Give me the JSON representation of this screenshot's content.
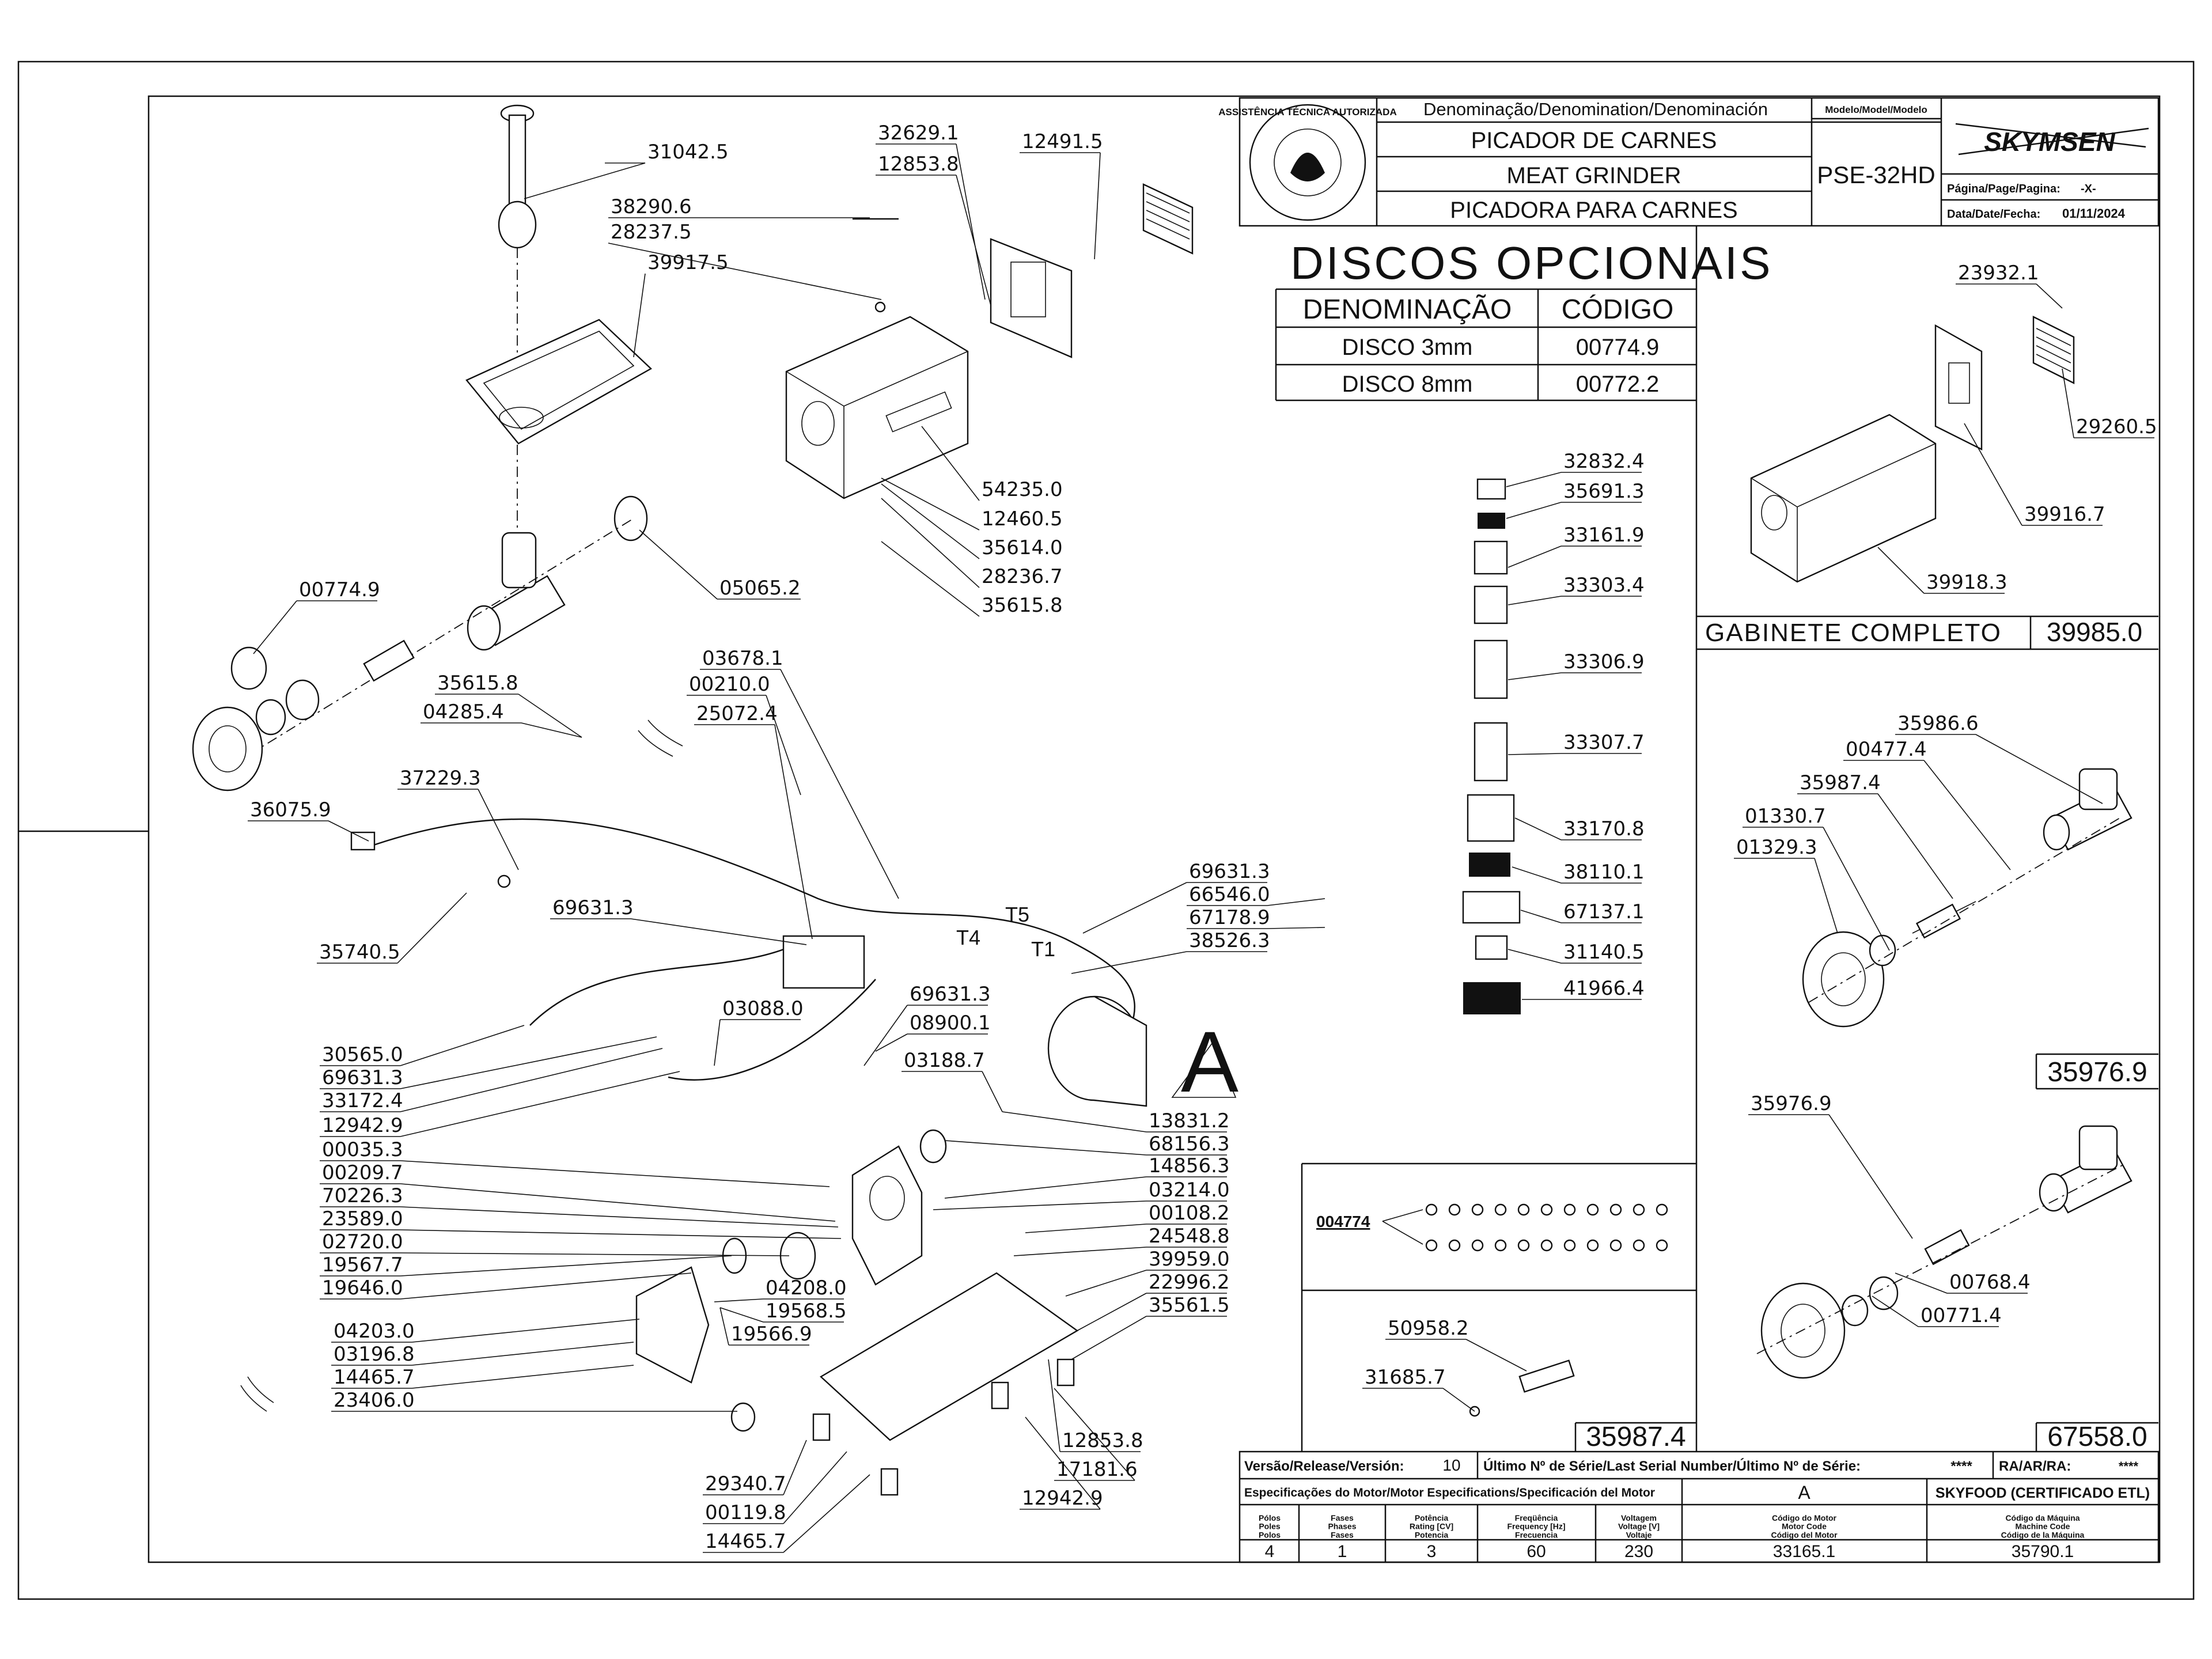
{
  "title_block": {
    "denomination_header": "Denominação/Denomination/Denominación",
    "name_pt": "PICADOR DE CARNES",
    "name_en": "MEAT GRINDER",
    "name_es": "PICADORA  PARA CARNES",
    "model_header": "Modelo/Model/Modelo",
    "model": "PSE-32HD",
    "brand": "SKYMSEN",
    "page_label": "Página/Page/Pagina:",
    "page_value": "-X-",
    "date_label": "Data/Date/Fecha:",
    "date_value": "01/11/2024",
    "seal_text": "ASSISTÊNCIA TÉCNICA AUTORIZADA"
  },
  "optional_discs": {
    "title": "DISCOS OPCIONAIS",
    "headers": [
      "DENOMINAÇÃO",
      "CÓDIGO"
    ],
    "rows": [
      [
        "DISCO 3mm",
        "00774.9"
      ],
      [
        "DISCO 8mm",
        "00772.2"
      ]
    ]
  },
  "cabinet": {
    "label": "GABINETE COMPLETO",
    "code": "39985.0"
  },
  "box_codes": {
    "head_group": "35976.9",
    "head_group2": "67558.0",
    "screw_group": "35987.4"
  },
  "bolts_code": "004774",
  "section_mark": "A",
  "terminal_labels": [
    "T5",
    "T4",
    "T1"
  ],
  "bottom": {
    "release_label": "Versão/Release/Versión:",
    "release_value": "10",
    "serial_label": "Último Nº de Série/Last Serial Number/Último Nº de Série:",
    "serial_value": "****",
    "ra_label": "RA/AR/RA:",
    "ra_value": "****",
    "motor_spec_label": "Especificações do Motor/Motor Especifications/Specificación del Motor",
    "motor_class": "A",
    "certified": "SKYFOOD (CERTIFICADO ETL)",
    "headers": [
      "Pólos\nPoles\nPolos",
      "Fases\nPhases\nFases",
      "Potência\nRating [CV]\nPotencia",
      "Freqüência\nFrequency [Hz]\nFrecuencia",
      "Voltagem\nVoltage [V]\nVoltaje",
      "Código do Motor\nMotor Code\nCódigo del Motor",
      "Código da Máquina\nMachine Code\nCódigo de la Máquina"
    ],
    "values": [
      "4",
      "1",
      "3",
      "60",
      "230",
      "33165.1",
      "35790.1"
    ]
  },
  "labels": [
    "31042.5",
    "38290.6",
    "28237.5",
    "39917.5",
    "32629.1",
    "12853.8",
    "12491.5",
    "54235.0",
    "12460.5",
    "35614.0",
    "28236.7",
    "35615.8",
    "05065.2",
    "00774.9",
    "35615.8",
    "04285.4",
    "03678.1",
    "00210.0",
    "25072.4",
    "37229.3",
    "36075.9",
    "35740.5",
    "69631.3",
    "69631.3",
    "66546.0",
    "67178.9",
    "38526.3",
    "30565.0",
    "69631.3",
    "33172.4",
    "12942.9",
    "03088.0",
    "69631.3",
    "08900.1",
    "03188.7",
    "13831.2",
    "68156.3",
    "14856.3",
    "03214.0",
    "00108.2",
    "24548.8",
    "39959.0",
    "22996.2",
    "35561.5",
    "00035.3",
    "00209.7",
    "70226.3",
    "23589.0",
    "02720.0",
    "19567.7",
    "19646.0",
    "04208.0",
    "19568.5",
    "19566.9",
    "04203.0",
    "03196.8",
    "14465.7",
    "23406.0",
    "12853.8",
    "17181.6",
    "12942.9",
    "29340.7",
    "00119.8",
    "14465.7",
    "32832.4",
    "35691.3",
    "33161.9",
    "33303.4",
    "33306.9",
    "33307.7",
    "33170.8",
    "38110.1",
    "67137.1",
    "31140.5",
    "41966.4",
    "23932.1",
    "29260.5",
    "39916.7",
    "39918.3",
    "35986.6",
    "00477.4",
    "35987.4",
    "01330.7",
    "01329.3",
    "35976.9",
    "00768.4",
    "00771.4",
    "50958.2",
    "31685.7"
  ]
}
